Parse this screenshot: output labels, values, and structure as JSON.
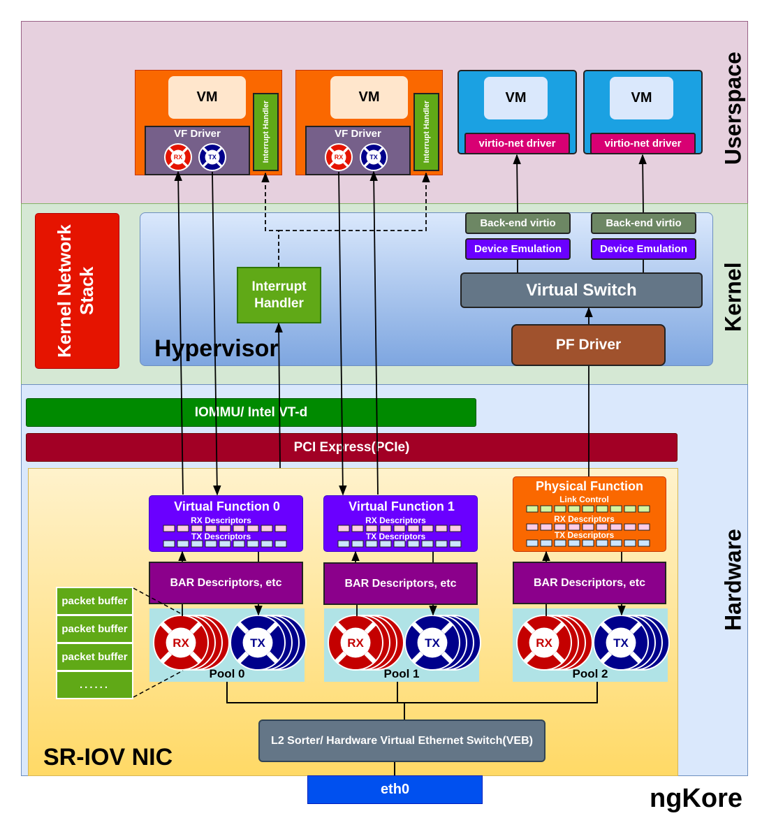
{
  "layers": {
    "userspace": "Userspace",
    "kernel": "Kernel",
    "hardware": "Hardware"
  },
  "vms": [
    {
      "title": "VM",
      "driver": "VF Driver",
      "interrupt": "Interrupt Handler",
      "rx": "RX",
      "tx": "TX"
    },
    {
      "title": "VM",
      "driver": "VF Driver",
      "interrupt": "Interrupt Handler",
      "rx": "RX",
      "tx": "TX"
    },
    {
      "title": "VM",
      "driver": "virtio-net driver"
    },
    {
      "title": "VM",
      "driver": "virtio-net driver"
    }
  ],
  "kernel": {
    "network_stack": "Kernel Network Stack",
    "hypervisor": "Hypervisor",
    "interrupt_handler": "Interrupt Handler",
    "backend": [
      "Back-end virtio",
      "Back-end virtio"
    ],
    "emulation": [
      "Device Emulation",
      "Device Emulation"
    ],
    "virtual_switch": "Virtual Switch",
    "pf_driver": "PF Driver"
  },
  "hardware": {
    "iommu": "IOMMU/ Intel VT-d",
    "pcie": "PCI Express(PCIe)",
    "functions": [
      {
        "title": "Virtual Function 0",
        "rx_desc": "RX Descriptors",
        "tx_desc": "TX Descriptors"
      },
      {
        "title": "Virtual Function 1",
        "rx_desc": "RX Descriptors",
        "tx_desc": "TX Descriptors"
      },
      {
        "title": "Physical Function",
        "link": "Link Control",
        "rx_desc": "RX Descriptors",
        "tx_desc": "TX Descriptors"
      }
    ],
    "bar": [
      "BAR Descriptors, etc",
      "BAR Descriptors, etc",
      "BAR Descriptors, etc"
    ],
    "pools": [
      "Pool 0",
      "Pool 1",
      "Pool 2"
    ],
    "rx_label": "RX",
    "tx_label": "TX",
    "packet_buffers": [
      "packet buffer",
      "packet buffer",
      "packet buffer",
      "......"
    ],
    "sorter": "L2 Sorter/ Hardware Virtual Ethernet Switch(VEB)",
    "nic": "SR-IOV NIC",
    "eth0": "eth0"
  },
  "brand": "ngKore",
  "colors": {
    "userspace_bg": "#e6d0de",
    "kernel_bg": "#d5e8d4",
    "hardware_bg": "#dae8fc",
    "orange": "#fa6800",
    "purple": "#6a00ff",
    "magenta": "#d80073",
    "green": "#60a917",
    "red": "#e51400",
    "darkred": "#a20025",
    "iommu_green": "#008a00",
    "cobalt": "#0050ef",
    "slate": "#647687",
    "brown": "#a0522d",
    "bar_purple": "#8b008b"
  }
}
